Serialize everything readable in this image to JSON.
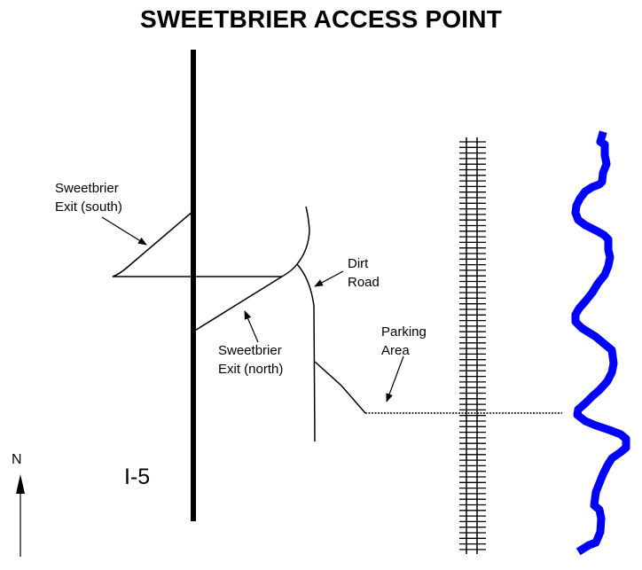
{
  "title": "SWEETBRIER ACCESS POINT",
  "labels": {
    "exit_south": "Sweetbrier\nExit (south)",
    "exit_north": "Sweetbrier\nExit (north)",
    "dirt_road": "Dirt\nRoad",
    "parking_area": "Parking\nArea",
    "highway": "I-5",
    "north": "N"
  },
  "colors": {
    "river": "#0000ff",
    "lines": "#000000"
  },
  "features": [
    "I-5 highway",
    "Sweetbrier Exit (south)",
    "Sweetbrier Exit (north)",
    "Dirt Road",
    "Parking Area",
    "Railroad tracks",
    "River",
    "North arrow"
  ]
}
